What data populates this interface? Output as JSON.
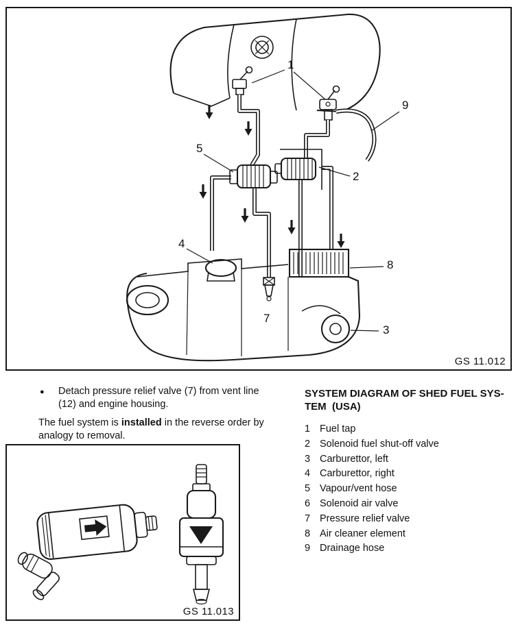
{
  "page": {
    "background": "#ffffff",
    "ink_color": "#111111"
  },
  "figure_top": {
    "caption": "GS 11.012",
    "callouts": {
      "fuel_tap": "1",
      "solenoid_fuel_valve": "2",
      "carburettor_left": "3",
      "carburettor_right": "4",
      "vapour_vent_hose": "5",
      "pressure_relief_valve": "7",
      "air_cleaner": "8",
      "drainage_hose": "9"
    }
  },
  "notes": {
    "bullet_glyph": "●",
    "bullet_text": "Detach pressure relief valve (7) from vent line (12) and engine housing.",
    "para_pre": "The fuel system is ",
    "para_bold": "installed",
    "para_post": " in the reverse order by analogy to removal."
  },
  "legend": {
    "title_line1": "SYSTEM DIAGRAM OF SHED FUEL SYS-",
    "title_line2": "TEM  (USA)",
    "items": [
      {
        "num": "1",
        "label": "Fuel tap"
      },
      {
        "num": "2",
        "label": "Solenoid fuel shut-off valve"
      },
      {
        "num": "3",
        "label": "Carburettor, left"
      },
      {
        "num": "4",
        "label": "Carburettor, right"
      },
      {
        "num": "5",
        "label": "Vapour/vent hose"
      },
      {
        "num": "6",
        "label": "Solenoid air valve"
      },
      {
        "num": "7",
        "label": "Pressure relief valve"
      },
      {
        "num": "8",
        "label": "Air cleaner element"
      },
      {
        "num": "9",
        "label": "Drainage hose"
      }
    ]
  },
  "figure_bottom": {
    "caption": "GS 11.013"
  }
}
